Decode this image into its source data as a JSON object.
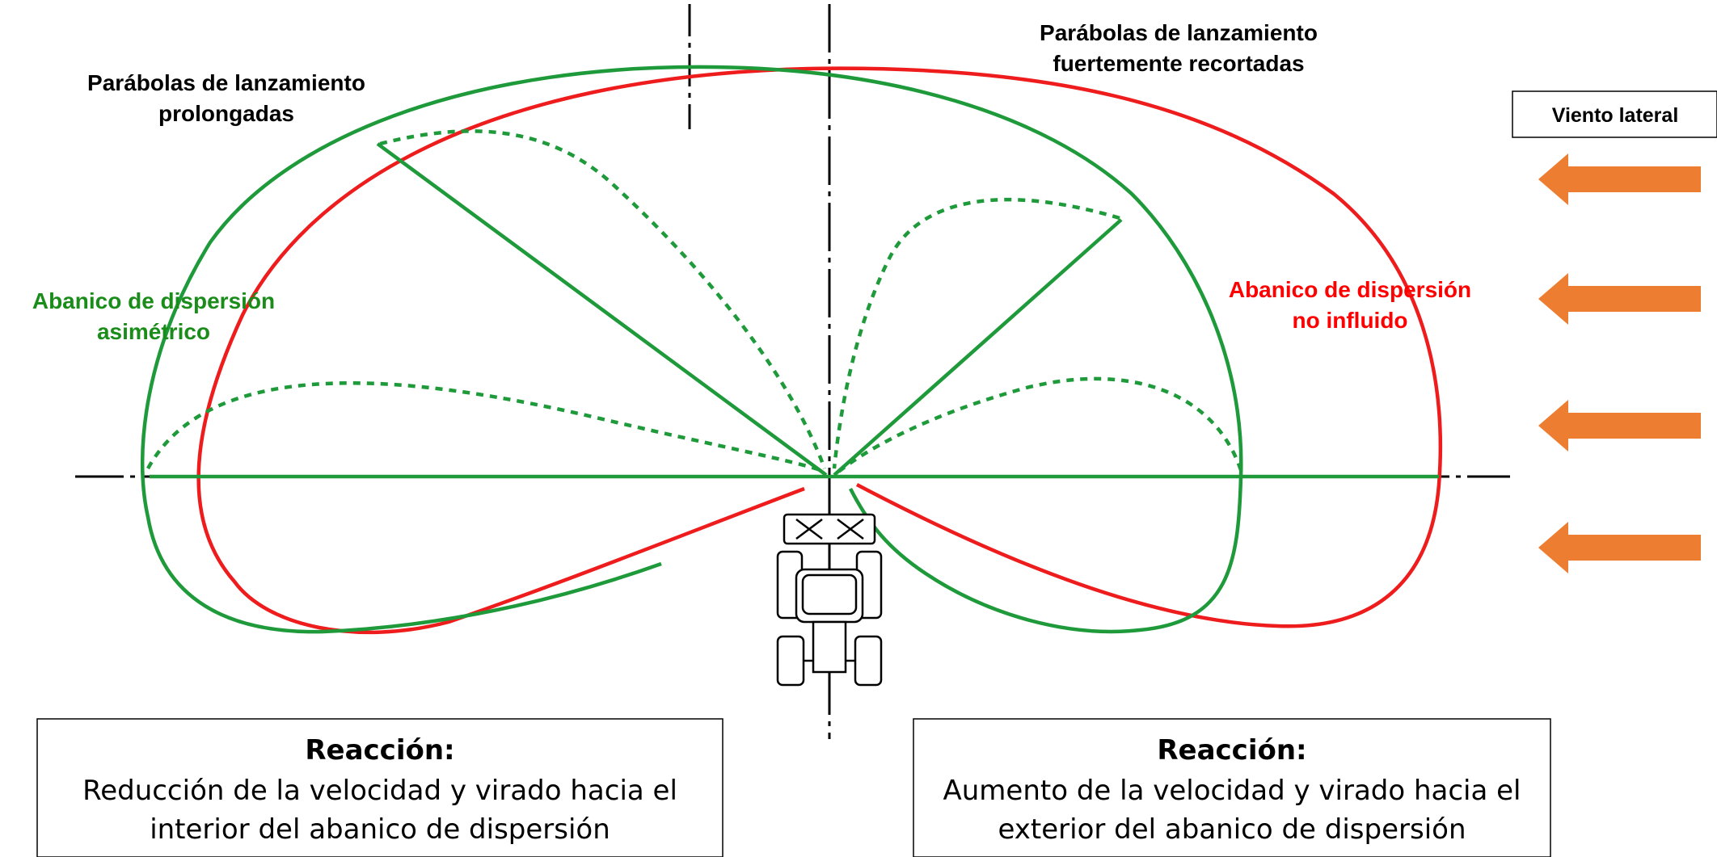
{
  "labels": {
    "prolongadas_line1": "Parábolas de lanzamiento",
    "prolongadas_line2": "prolongadas",
    "recortadas_line1": "Parábolas de lanzamiento",
    "recortadas_line2": "fuertemente recortadas",
    "viento": "Viento lateral",
    "asimetrico_line1": "Abanico de dispersión",
    "asimetrico_line2": "asimétrico",
    "no_influido_line1": "Abanico de dispersión",
    "no_influido_line2": "no influido"
  },
  "reaction_left": {
    "title": "Reacción:",
    "line1": "Reducción de la velocidad y virado hacia el",
    "line2": "interior del abanico de dispersión"
  },
  "reaction_right": {
    "title": "Reacción:",
    "line1": "Aumento de la velocidad y virado hacia el",
    "line2": "exterior del abanico de dispersión"
  },
  "colors": {
    "asymmetric_fan": "#1e9a3a",
    "uninfluenced_fan": "#ee1c1c",
    "wind_arrow": "#ed7d31",
    "text_green": "#1a8c1a",
    "text_red": "#ff0000"
  },
  "icons": {
    "wind": "arrow-left-icon",
    "spreader": "tractor-icon"
  }
}
